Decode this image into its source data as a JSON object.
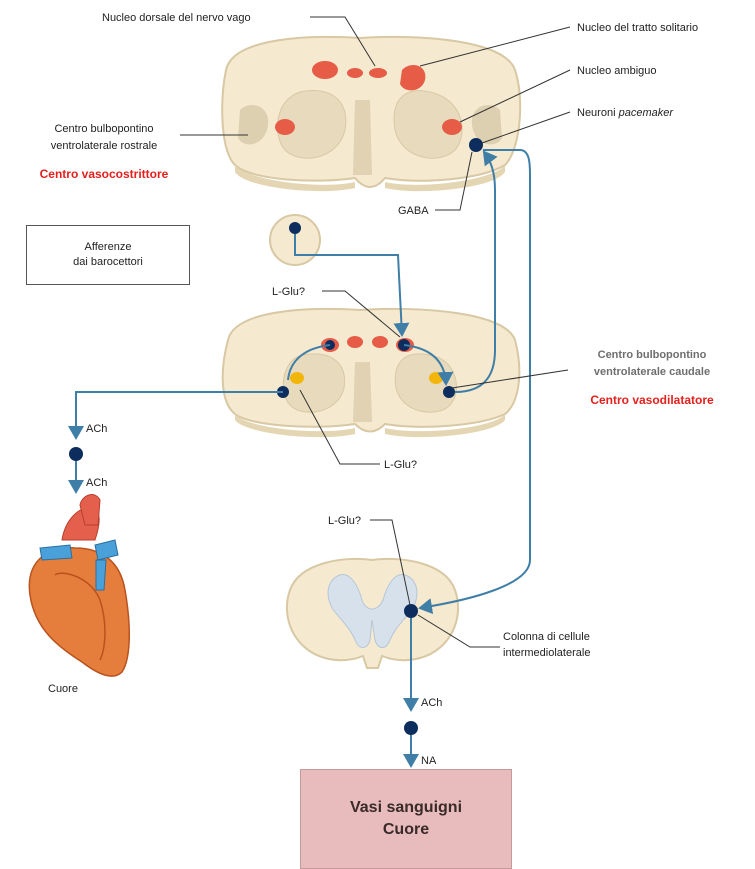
{
  "labels": {
    "nucleo_dorsale": "Nucleo dorsale del nervo vago",
    "nucleo_tratto": "Nucleo del tratto solitario",
    "nucleo_ambiguo": "Nucleo ambiguo",
    "neuroni": "Neuroni",
    "pacemaker": "pacemaker",
    "centro_rostrale_1": "Centro bulbopontino",
    "centro_rostrale_2": "ventrolaterale rostrale",
    "vasocostrittore": "Centro vasocostrittore",
    "gaba": "GABA",
    "afferenze_1": "Afferenze",
    "afferenze_2": "dai barocettori",
    "lglu_1": "L-Glu?",
    "centro_caudale_1": "Centro bulbopontino",
    "centro_caudale_2": "ventrolaterale caudale",
    "vasodilatatore": "Centro vasodilatatore",
    "ach_1": "ACh",
    "ach_2": "ACh",
    "lglu_2": "L-Glu?",
    "lglu_3": "L-Glu?",
    "cuore": "Cuore",
    "colonna_1": "Colonna di cellule",
    "colonna_2": "intermediolaterale",
    "ach_3": "ACh",
    "na": "NA",
    "target_1": "Vasi sanguigni",
    "target_2": "Cuore"
  },
  "colors": {
    "tissue": "#f5e9cf",
    "tissue_edge": "#d8c8a4",
    "tissue_dark": "#e5d6b3",
    "nucleus_red": "#e65c47",
    "neuron": "#0d2d5e",
    "fiber": "#3f7ea6",
    "glu_yellow": "#f2b60a",
    "label_red": "#e3201b",
    "target_box": "#e8bcbc"
  }
}
